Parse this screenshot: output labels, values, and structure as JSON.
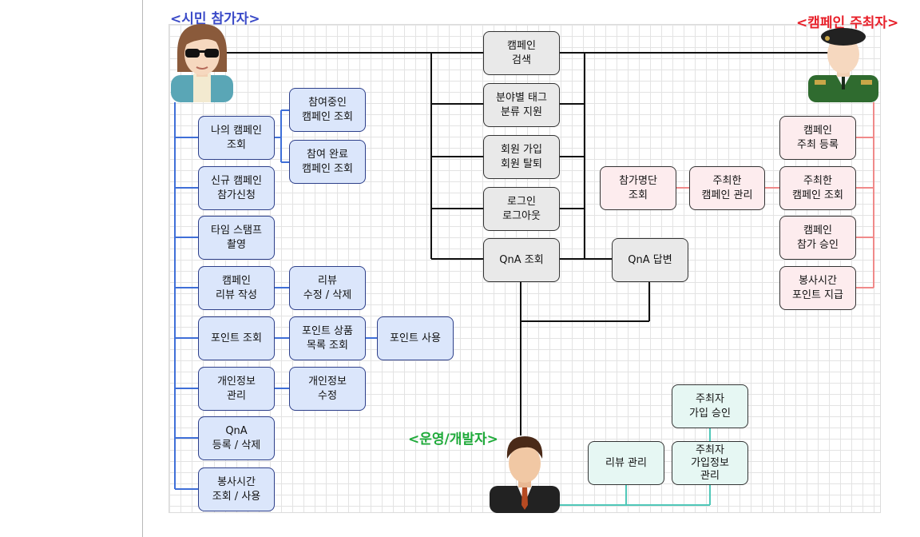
{
  "actors": {
    "citizen": "<시민 참가자>",
    "host": "<캠페인 주최자>",
    "admin": "<운영/개발자>"
  },
  "colors": {
    "citizen_line": "#3f6fd8",
    "host_line": "#f08a8a",
    "admin_line": "#4fc7b8",
    "shared_line": "#111111",
    "citizen_label": "#3b4bc8",
    "host_label": "#e8202a",
    "admin_label": "#1faa3a"
  },
  "icons": {
    "citizen": "woman-with-sunglasses-avatar",
    "host": "soldier-with-beret-avatar",
    "admin": "businessman-avatar"
  },
  "shared": {
    "search": "캠페인\n검색",
    "tags": "분야별 태그\n분류 지원",
    "member": "회원 가입\n회원 탈퇴",
    "login": "로그인\n로그아웃",
    "qna_view": "QnA 조회",
    "qna_answer": "QnA 답변"
  },
  "citizen": {
    "my_campaign": "나의 캠페인\n조회",
    "joining": "참여중인\n캠페인 조회",
    "joined": "참여 완료\n캠페인 조회",
    "apply": "신규 캠페인\n참가신청",
    "timestamp": "타임 스탬프\n촬영",
    "review_write": "캠페인\n리뷰 작성",
    "review_edit": "리뷰\n수정 / 삭제",
    "point_view": "포인트 조회",
    "point_goods": "포인트 상품\n목록 조회",
    "point_use": "포인트 사용",
    "info_manage": "개인정보\n관리",
    "info_edit": "개인정보\n수정",
    "qna_register": "QnA\n등록 / 삭제",
    "volunteer": "봉사시간\n조회 / 사용"
  },
  "host": {
    "register": "캠페인\n주최 등록",
    "hosted_view": "주최한\n캠페인 조회",
    "approve": "캠페인\n참가 승인",
    "volunteer_pay": "봉사시간\n포인트 지급",
    "hosted_manage": "주최한\n캠페인 관리",
    "roster": "참가명단\n조회"
  },
  "admin": {
    "host_approve": "주최자\n가입 승인",
    "review_manage": "리뷰 관리",
    "host_info": "주최자\n가입정보\n관리"
  }
}
